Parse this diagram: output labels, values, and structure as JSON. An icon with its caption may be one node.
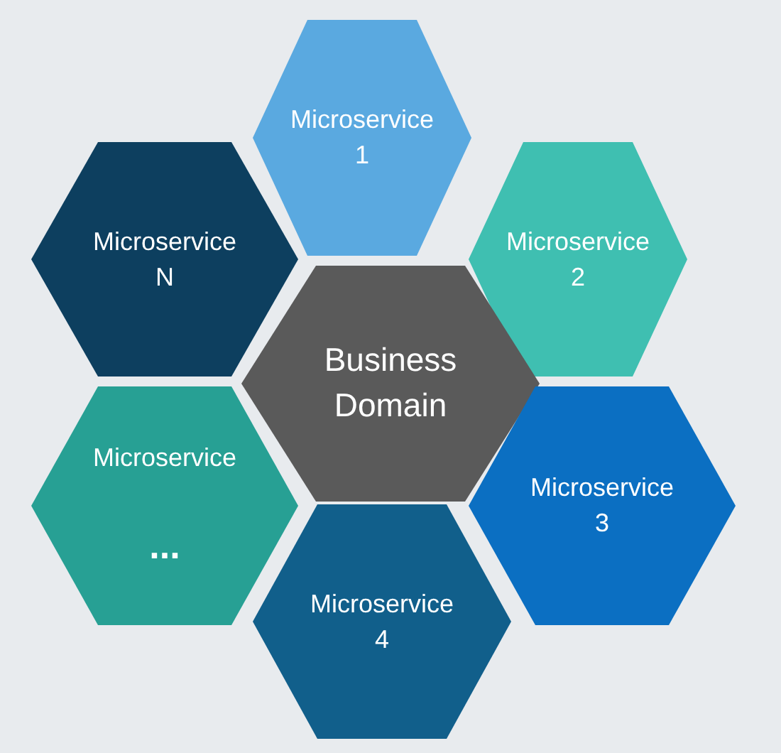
{
  "diagram": {
    "nodes": [
      {
        "text": [
          "Microservice 1"
        ]
      },
      {
        "text": [
          "Microservice N"
        ]
      },
      {
        "text": [
          "Microservice 2"
        ]
      },
      {
        "text": [
          "Business Domain"
        ]
      },
      {
        "text": [
          "Microservice",
          "..."
        ]
      },
      {
        "text": [
          "Microservice 3"
        ]
      },
      {
        "text": [
          "Microservice 4"
        ]
      }
    ]
  }
}
